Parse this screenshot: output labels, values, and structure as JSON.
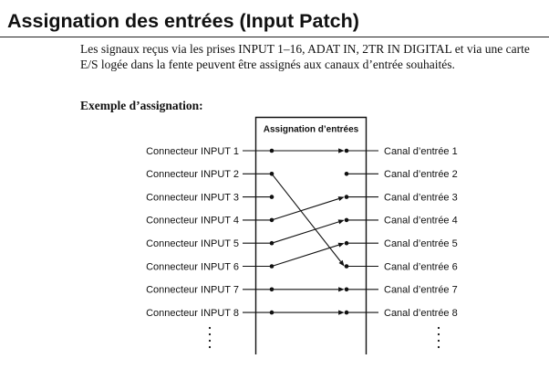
{
  "page": {
    "title": "Assignation des entrées (Input Patch)",
    "paragraph_lines": [
      "Les signaux reçus via les prises INPUT 1–16, ADAT IN, 2TR IN DIGITAL et via une carte",
      "E/S logée dans la fente peuvent être assignés aux canaux d’entrée souhaités."
    ],
    "example_heading": "Exemple d’assignation:"
  },
  "diagram": {
    "box_title": "Assignation d’entrées",
    "inputs": [
      "Connecteur INPUT 1",
      "Connecteur INPUT 2",
      "Connecteur INPUT 3",
      "Connecteur INPUT 4",
      "Connecteur INPUT 5",
      "Connecteur INPUT 6",
      "Connecteur INPUT 7",
      "Connecteur INPUT 8"
    ],
    "channels": [
      "Canal d’entrée 1",
      "Canal d’entrée 2",
      "Canal d’entrée 3",
      "Canal d’entrée 4",
      "Canal d’entrée 5",
      "Canal d’entrée 6",
      "Canal d’entrée 7",
      "Canal d’entrée 8"
    ],
    "connections": [
      {
        "input": 1,
        "channel": 1
      },
      {
        "input": 2,
        "channel": 6
      },
      {
        "input": 4,
        "channel": 3
      },
      {
        "input": 5,
        "channel": 4
      },
      {
        "input": 6,
        "channel": 5
      },
      {
        "input": 7,
        "channel": 7
      },
      {
        "input": 8,
        "channel": 8
      }
    ],
    "continues_below": true
  }
}
